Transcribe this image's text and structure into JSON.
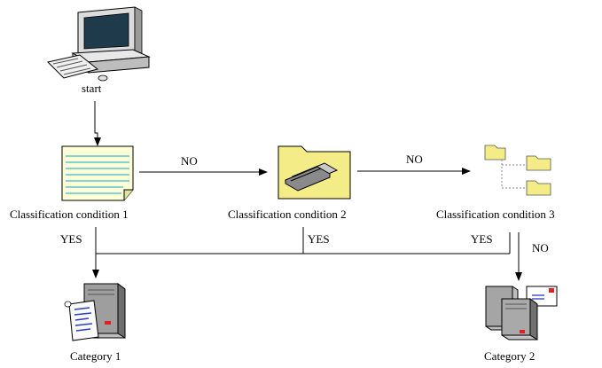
{
  "start_label": "start",
  "conditions": [
    {
      "label": "Classification condition 1"
    },
    {
      "label": "Classification condition 2"
    },
    {
      "label": "Classification condition 3"
    }
  ],
  "edge_labels": {
    "no_1_2": "NO",
    "no_2_3": "NO",
    "no_3_down": "NO",
    "yes_1": "YES",
    "yes_2": "YES",
    "yes_3": "YES"
  },
  "categories": [
    {
      "label": "Category 1"
    },
    {
      "label": "Category 2"
    }
  ],
  "icons": {
    "start": "computer-icon",
    "condition_1": "notepad-icon",
    "condition_2": "folder-scanner-icon",
    "condition_3": "folder-tree-icon",
    "category_1": "server-document-icon",
    "category_2": "servers-mail-icon"
  }
}
